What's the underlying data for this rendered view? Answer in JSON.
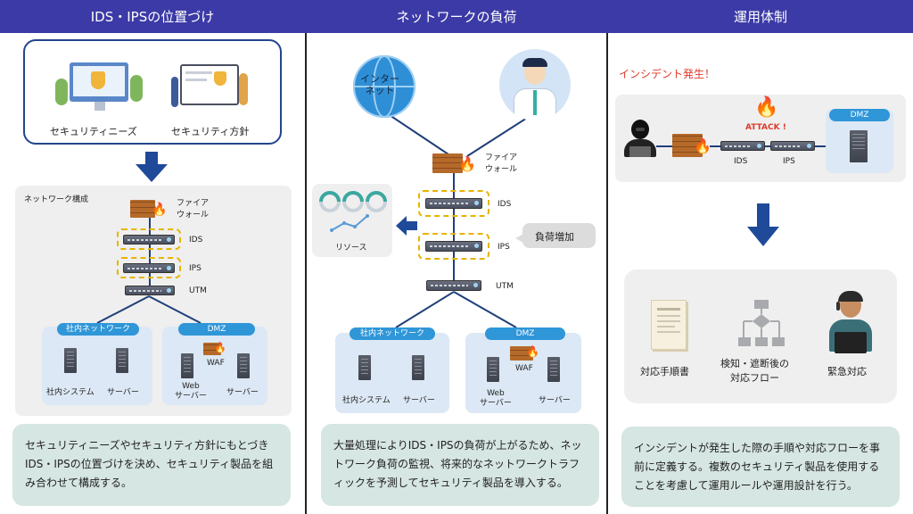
{
  "headers": [
    "IDS・IPSの位置づけ",
    "ネットワークの負荷",
    "運用体制"
  ],
  "col1": {
    "needs_label": "セキュリティニーズ",
    "policy_label": "セキュリティ方針",
    "network_title": "ネットワーク構成",
    "firewall_label": "ファイア\nウォール",
    "ids_label": "IDS",
    "ips_label": "IPS",
    "utm_label": "UTM",
    "internal_zone": "社内ネットワーク",
    "dmz_zone": "DMZ",
    "internal_system": "社内システム",
    "server": "サーバー",
    "web_server": "Web\nサーバー",
    "waf": "WAF",
    "server2": "サーバー",
    "description": "セキュリティニーズやセキュリティ方針にもとづきIDS・IPSの位置づけを決め、セキュリティ製品を組み合わせて構成する。"
  },
  "col2": {
    "internet_label": "インター\nネット",
    "firewall_label": "ファイア\nウォール",
    "ids_label": "IDS",
    "ips_label": "IPS",
    "utm_label": "UTM",
    "resource_label": "リソース",
    "load_increase": "負荷増加",
    "internal_zone": "社内ネットワーク",
    "dmz_zone": "DMZ",
    "internal_system": "社内システム",
    "server": "サーバー",
    "web_server": "Web\nサーバー",
    "waf": "WAF",
    "server2": "サーバー",
    "description": "大量処理によりIDS・IPSの負荷が上がるため、ネットワーク負荷の監視、将来的なネットワークトラフィックを予測してセキュリティ製品を導入する。"
  },
  "col3": {
    "incident_title": "インシデント発生！",
    "attack_label": "ATTACK !",
    "ids_label": "IDS",
    "ips_label": "IPS",
    "dmz_label": "DMZ",
    "manual_label": "対応手順書",
    "flow_label": "検知・遮断後の\n対応フロー",
    "emergency_label": "緊急対応",
    "description": "インシデントが発生した際の手順や対応フローを事前に定義する。複数のセキュリティ製品を使用することを考慮して運用ルールや運用設計を行う。"
  },
  "colors": {
    "header_bg": "#3c3aa6",
    "accent_blue": "#2f96d8",
    "incident_red": "#e03a2a",
    "dashed_yellow": "#e6b400"
  }
}
